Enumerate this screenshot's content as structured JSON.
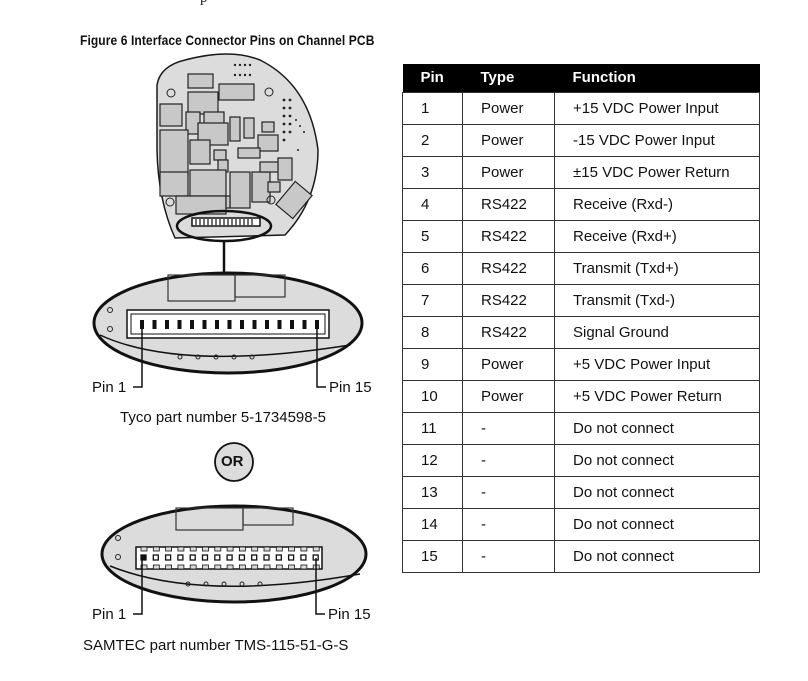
{
  "figure": {
    "title": "Figure 6  Interface Connector Pins on Channel PCB",
    "top_fragment": "p"
  },
  "connector_a": {
    "pin_first_label": "Pin 1",
    "pin_last_label": "Pin 15",
    "caption": "Tyco part number 5-1734598-5",
    "pin_count": 15
  },
  "or_badge": "OR",
  "connector_b": {
    "pin_first_label": "Pin 1",
    "pin_last_label": "Pin 15",
    "caption": "SAMTEC part number TMS-115-51-G-S",
    "pin_count": 15
  },
  "table": {
    "headers": [
      "Pin",
      "Type",
      "Function"
    ],
    "rows": [
      [
        "1",
        "Power",
        "+15 VDC Power Input"
      ],
      [
        "2",
        "Power",
        "-15 VDC Power Input"
      ],
      [
        "3",
        "Power",
        "±15 VDC Power Return"
      ],
      [
        "4",
        "RS422",
        "Receive (Rxd-)"
      ],
      [
        "5",
        "RS422",
        "Receive (Rxd+)"
      ],
      [
        "6",
        "RS422",
        "Transmit (Txd+)"
      ],
      [
        "7",
        "RS422",
        "Transmit (Txd-)"
      ],
      [
        "8",
        "RS422",
        "Signal Ground"
      ],
      [
        "9",
        "Power",
        "+5 VDC Power Input"
      ],
      [
        "10",
        "Power",
        "+5 VDC Power Return"
      ],
      [
        "11",
        "-",
        "Do not connect"
      ],
      [
        "12",
        "-",
        "Do not connect"
      ],
      [
        "13",
        "-",
        "Do not connect"
      ],
      [
        "14",
        "-",
        "Do not connect"
      ],
      [
        "15",
        "-",
        "Do not connect"
      ]
    ]
  },
  "colors": {
    "board_fill": "#dcdcdc",
    "outline": "#1a1a1a",
    "header_bg": "#000000",
    "header_text": "#ffffff"
  }
}
